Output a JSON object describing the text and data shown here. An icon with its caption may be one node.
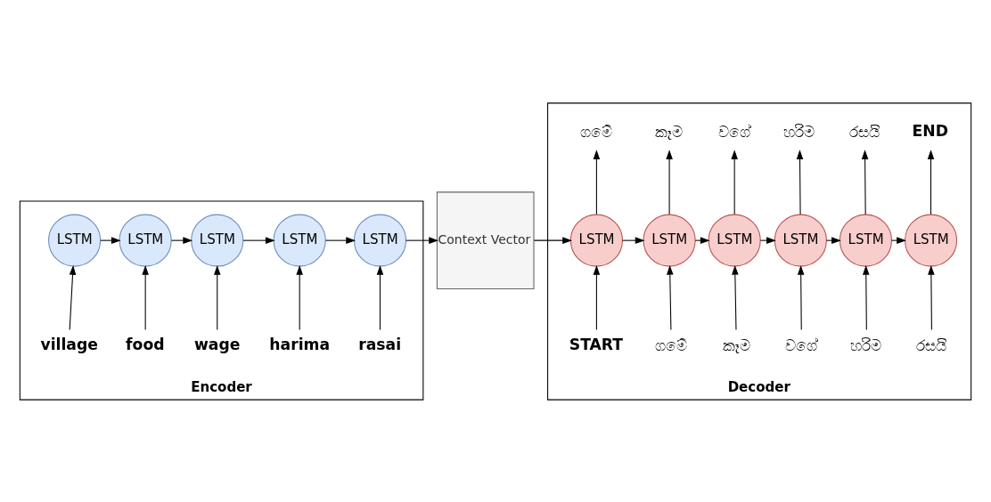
{
  "diagram": {
    "nodes": [
      {
        "text": [
          "Encoder"
        ]
      },
      {
        "text": [
          "LSTM"
        ],
        "in": 0
      },
      {
        "text": [
          "LSTM"
        ],
        "in": 0
      },
      {
        "text": [
          "LSTM"
        ],
        "in": 0
      },
      {
        "text": [
          "LSTM"
        ],
        "in": 0
      },
      {
        "text": [
          "LSTM"
        ],
        "in": 0
      },
      {
        "text": [
          "village"
        ],
        "in": 0
      },
      {
        "text": [
          "food"
        ],
        "in": 0
      },
      {
        "text": [
          "wage"
        ],
        "in": 0
      },
      {
        "text": [
          "harima"
        ],
        "in": 0
      },
      {
        "text": [
          "rasai"
        ],
        "in": 0
      },
      {
        "text": [
          "Context Vector"
        ]
      },
      {
        "text": [
          "Decoder"
        ]
      },
      {
        "text": [
          "ගමේ"
        ],
        "in": 12
      },
      {
        "text": [
          "කෑම"
        ],
        "in": 12
      },
      {
        "text": [
          "වගේ"
        ],
        "in": 12
      },
      {
        "text": [
          "හරිම"
        ],
        "in": 12
      },
      {
        "text": [
          "රසයි"
        ],
        "in": 12
      },
      {
        "text": [
          "END"
        ],
        "in": 12
      },
      {
        "text": [
          "LSTM"
        ],
        "in": 12
      },
      {
        "text": [
          "LSTM"
        ],
        "in": 12
      },
      {
        "text": [
          "LSTM"
        ],
        "in": 12
      },
      {
        "text": [
          "LSTM"
        ],
        "in": 12
      },
      {
        "text": [
          "LSTM"
        ],
        "in": 12
      },
      {
        "text": [
          "LSTM"
        ],
        "in": 12
      },
      {
        "text": [
          "START"
        ],
        "in": 12
      },
      {
        "text": [
          "ගමේ"
        ],
        "in": 12
      },
      {
        "text": [
          "කෑම"
        ],
        "in": 12
      },
      {
        "text": [
          "වගේ"
        ],
        "in": 12
      },
      {
        "text": [
          "හරිම"
        ],
        "in": 12
      },
      {
        "text": [
          "රසයි"
        ],
        "in": 12
      }
    ],
    "edges": [
      {
        "from": 6,
        "to": 1,
        "arrow": "to"
      },
      {
        "from": 7,
        "to": 2,
        "arrow": "to"
      },
      {
        "from": 8,
        "to": 3,
        "arrow": "to"
      },
      {
        "from": 9,
        "to": 4,
        "arrow": "to"
      },
      {
        "from": 10,
        "to": 5,
        "arrow": "to"
      },
      {
        "from": 1,
        "to": 2,
        "arrow": "to"
      },
      {
        "from": 2,
        "to": 3,
        "arrow": "to"
      },
      {
        "from": 3,
        "to": 4,
        "arrow": "to"
      },
      {
        "from": 4,
        "to": 5,
        "arrow": "to"
      },
      {
        "from": 5,
        "to": 11,
        "arrow": "to"
      },
      {
        "from": 11,
        "to": 19,
        "arrow": "to"
      },
      {
        "from": 19,
        "to": 20,
        "arrow": "to"
      },
      {
        "from": 20,
        "to": 21,
        "arrow": "to"
      },
      {
        "from": 21,
        "to": 22,
        "arrow": "to"
      },
      {
        "from": 22,
        "to": 23,
        "arrow": "to"
      },
      {
        "from": 23,
        "to": 24,
        "arrow": "to"
      },
      {
        "from": 25,
        "to": 19,
        "arrow": "to"
      },
      {
        "from": 26,
        "to": 20,
        "arrow": "to"
      },
      {
        "from": 27,
        "to": 21,
        "arrow": "to"
      },
      {
        "from": 28,
        "to": 22,
        "arrow": "to"
      },
      {
        "from": 29,
        "to": 23,
        "arrow": "to"
      },
      {
        "from": 30,
        "to": 24,
        "arrow": "to"
      },
      {
        "from": 19,
        "to": 13,
        "arrow": "to"
      },
      {
        "from": 20,
        "to": 14,
        "arrow": "to"
      },
      {
        "from": 21,
        "to": 15,
        "arrow": "to"
      },
      {
        "from": 22,
        "to": 16,
        "arrow": "to"
      },
      {
        "from": 23,
        "to": 17,
        "arrow": "to"
      },
      {
        "from": 24,
        "to": 18,
        "arrow": "to"
      }
    ]
  }
}
